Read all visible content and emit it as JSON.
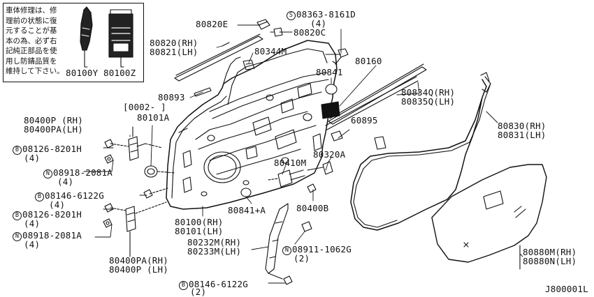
{
  "note": {
    "text": "車体修理は、修\n理前の状態に復\n元することが基\n本の為、必ず右\n記純正部品を使\n用し防錆品質を\n維持して下さい。"
  },
  "labels": {
    "l80820e": "80820E",
    "s_mark": "S",
    "l08363": "08363-8161D",
    "l08363q": "(4)",
    "l80820c": "80820C",
    "l80820rh": "80820(RH)",
    "l80821lh": "80821(LH)",
    "l80344m": "80344M",
    "l80160": "80160",
    "l80841": "80841",
    "l80834q": "80834Q(RH)",
    "l80835q": "80835Q(LH)",
    "l80100y": "80100Y",
    "l80100z": "80100Z",
    "l80893": "80893",
    "l0002": "[0002-    ]",
    "l80101a": "80101A",
    "l80400prh": "80400P (RH)",
    "l80400palh": "80400PA(LH)",
    "l08126a": "08126-8201H",
    "l08126aq": "(4)",
    "l08918a": "08918-2081A",
    "l08918aq": "(4)",
    "l08146a": "08146-6122G",
    "l08146aq": "(4)",
    "l08126b": "08126-8201H",
    "l08126bq": "(4)",
    "l08918b": "08918-2081A",
    "l08918bq": "(4)",
    "l80400parh": "80400PA(RH)",
    "l80400plh": "80400P  (LH)",
    "l60895": "60895",
    "l80320a": "80320A",
    "l80410m": "80410M",
    "l80400b": "80400B",
    "l80841a": "80841+A",
    "l80100rh": "80100(RH)",
    "l80101lh": "80101(LH)",
    "l80232m": "80232M(RH)",
    "l80233m": "80233M(LH)",
    "l08911": "08911-1062G",
    "l08911q": "(2)",
    "l08146b": "08146-6122G",
    "l08146bq": "(2)",
    "l80830": "80830(RH)",
    "l80831": "80831(LH)",
    "l80880m": "80880M(RH)",
    "l80880n": "80880N(LH)",
    "ref": "J800001L",
    "mark_b": "B",
    "mark_n": "N"
  }
}
